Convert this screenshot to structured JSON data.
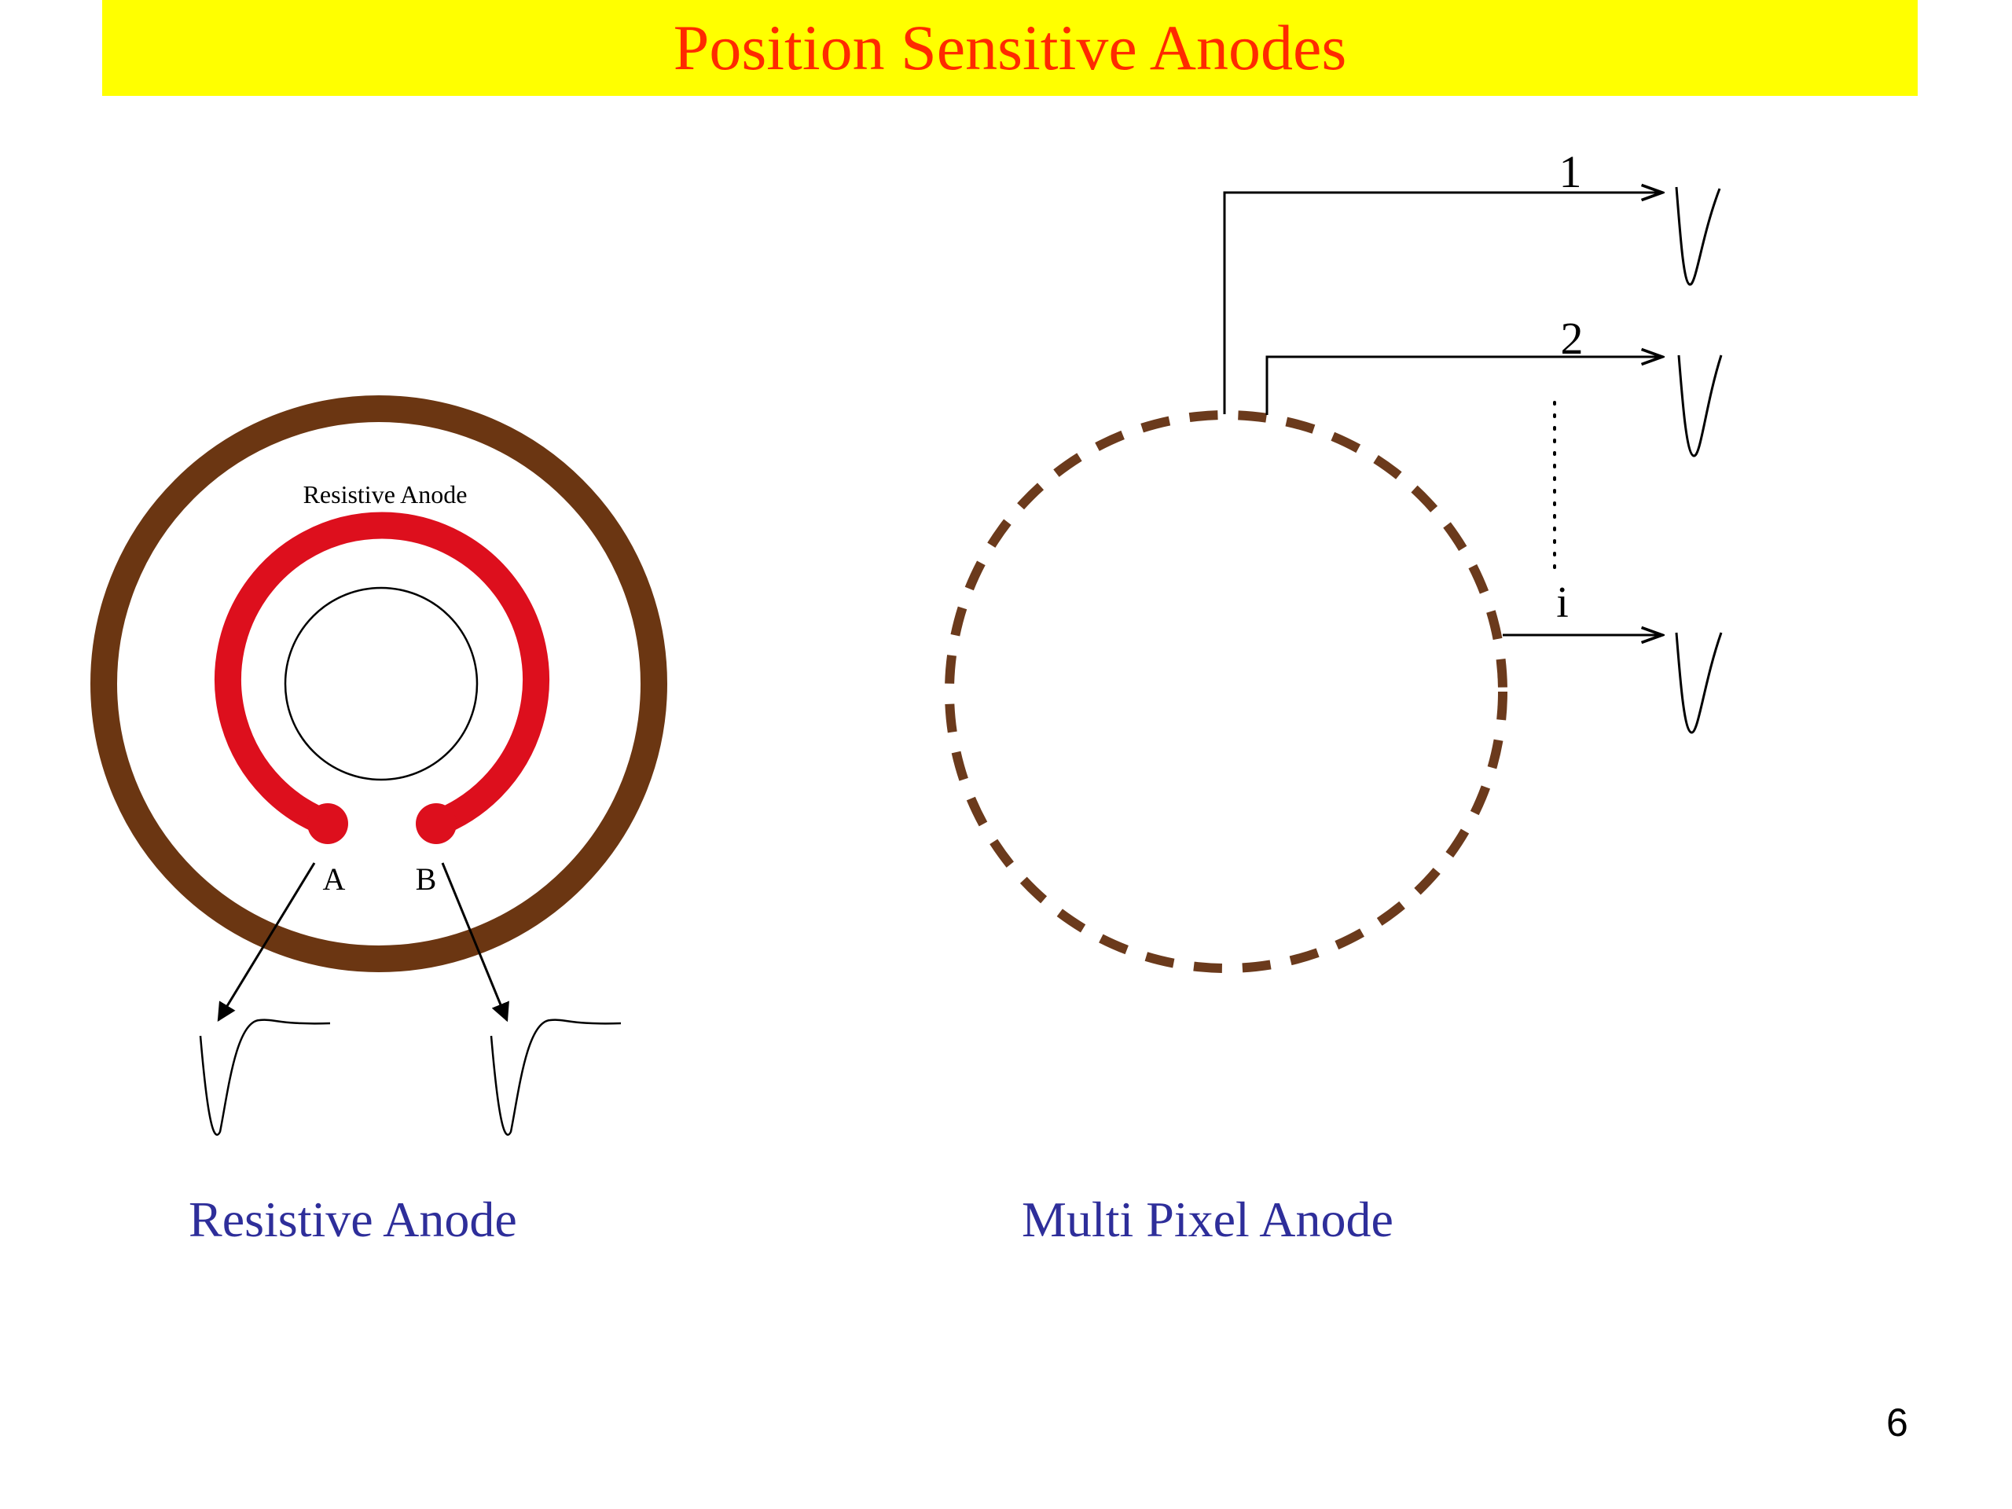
{
  "title": "Position Sensitive Anodes",
  "colors": {
    "title_bar": "#ffff00",
    "title_text": "#ff2a00",
    "caption_text": "#2e2e9a",
    "anode_ring": "#6b3612",
    "resistive_anode": "#dd0f1d",
    "dashed_ring": "#6b3a1c",
    "line": "#000000"
  },
  "resistive_diagram": {
    "inner_label": "Resistive Anode",
    "terminal_a": "A",
    "terminal_b": "B",
    "caption": "Resistive Anode"
  },
  "multipixel_diagram": {
    "channels": [
      "1",
      "2",
      "i"
    ],
    "caption": "Multi Pixel Anode"
  },
  "slide_number": "6"
}
